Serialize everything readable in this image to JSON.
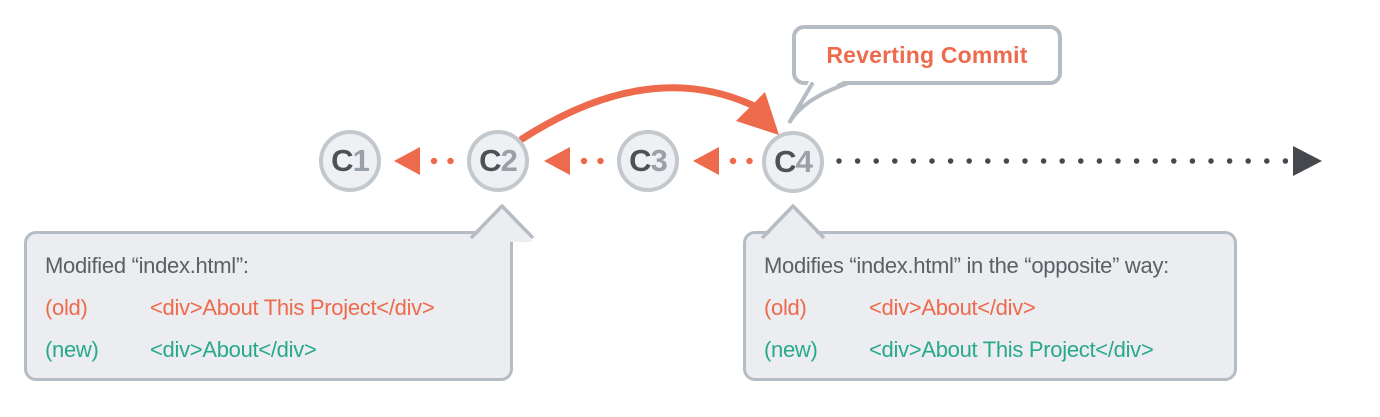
{
  "commits": [
    {
      "prefix": "C",
      "num": "1"
    },
    {
      "prefix": "C",
      "num": "2"
    },
    {
      "prefix": "C",
      "num": "3"
    },
    {
      "prefix": "C",
      "num": "4"
    }
  ],
  "bubble": {
    "label": "Reverting Commit"
  },
  "callout_c2": {
    "title": "Modified “index.html”:",
    "old_label": "(old)",
    "old_code": "<div>About This Project</div>",
    "new_label": "(new)",
    "new_code": "<div>About</div>"
  },
  "callout_c4": {
    "title": "Modifies “index.html” in the “opposite” way:",
    "old_label": "(old)",
    "old_code": "<div>About</div>",
    "new_label": "(new)",
    "new_code": "<div>About This Project</div>"
  },
  "colors": {
    "accent_red": "#ee6a4c",
    "accent_green": "#29a98b",
    "text_gray": "#5b6065",
    "node_letter": "#4d5257",
    "node_number": "#9aa0a7",
    "node_fill": "#eef0f3",
    "node_border": "#c3c8cd",
    "box_fill": "#ebedf0",
    "box_border": "#b6bcc3",
    "timeline_dark": "#45494d"
  }
}
